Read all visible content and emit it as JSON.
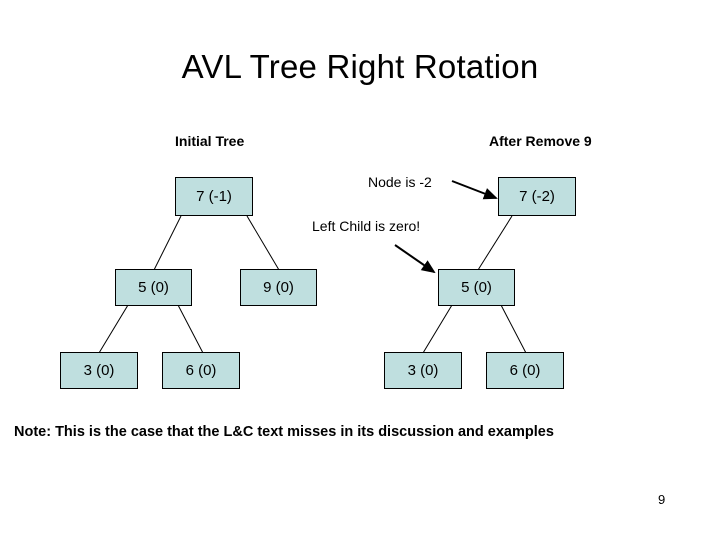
{
  "slide": {
    "title": "AVL Tree Right Rotation",
    "page_number": "9",
    "note": "Note: This is the case that the L&C text misses in its discussion and examples",
    "colors": {
      "node_fill": "#bfdfdf",
      "node_border": "#000000",
      "edge": "#000000",
      "text": "#000000",
      "background": "#ffffff"
    }
  },
  "headers": {
    "left": "Initial Tree",
    "right": "After Remove 9"
  },
  "annotations": [
    {
      "id": "node-is-minus-2",
      "label": "Node is -2"
    },
    {
      "id": "left-child-is-zero",
      "label": "Left Child is zero!"
    }
  ],
  "left_tree": {
    "nodes": [
      {
        "id": "left-root-7",
        "label": "7 (-1)",
        "key": "7",
        "balance": "-1"
      },
      {
        "id": "left-5",
        "label": "5 (0)",
        "key": "5",
        "balance": "0"
      },
      {
        "id": "left-9",
        "label": "9 (0)",
        "key": "9",
        "balance": "0"
      },
      {
        "id": "left-3",
        "label": "3 (0)",
        "key": "3",
        "balance": "0"
      },
      {
        "id": "left-6",
        "label": "6 (0)",
        "key": "6",
        "balance": "0"
      }
    ],
    "edges": [
      {
        "from": "left-root-7",
        "to": "left-5"
      },
      {
        "from": "left-root-7",
        "to": "left-9"
      },
      {
        "from": "left-5",
        "to": "left-3"
      },
      {
        "from": "left-5",
        "to": "left-6"
      }
    ]
  },
  "right_tree": {
    "nodes": [
      {
        "id": "right-root-7",
        "label": "7 (-2)",
        "key": "7",
        "balance": "-2"
      },
      {
        "id": "right-5",
        "label": "5 (0)",
        "key": "5",
        "balance": "0"
      },
      {
        "id": "right-3",
        "label": "3 (0)",
        "key": "3",
        "balance": "0"
      },
      {
        "id": "right-6",
        "label": "6 (0)",
        "key": "6",
        "balance": "0"
      }
    ],
    "edges": [
      {
        "from": "right-root-7",
        "to": "right-5"
      },
      {
        "from": "right-5",
        "to": "right-3"
      },
      {
        "from": "right-5",
        "to": "right-6"
      }
    ]
  }
}
